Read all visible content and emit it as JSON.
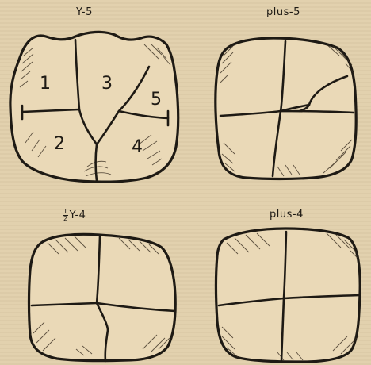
{
  "plates": [
    {
      "id": "y5",
      "label": "Y-5",
      "cusps": [
        "1",
        "2",
        "3",
        "4",
        "5"
      ]
    },
    {
      "id": "plus5",
      "label": "plus-5"
    },
    {
      "id": "halfy4",
      "label_fraction": {
        "num": "1",
        "den": "2"
      },
      "label": "Y-4"
    },
    {
      "id": "plus4",
      "label": "plus-4"
    }
  ]
}
